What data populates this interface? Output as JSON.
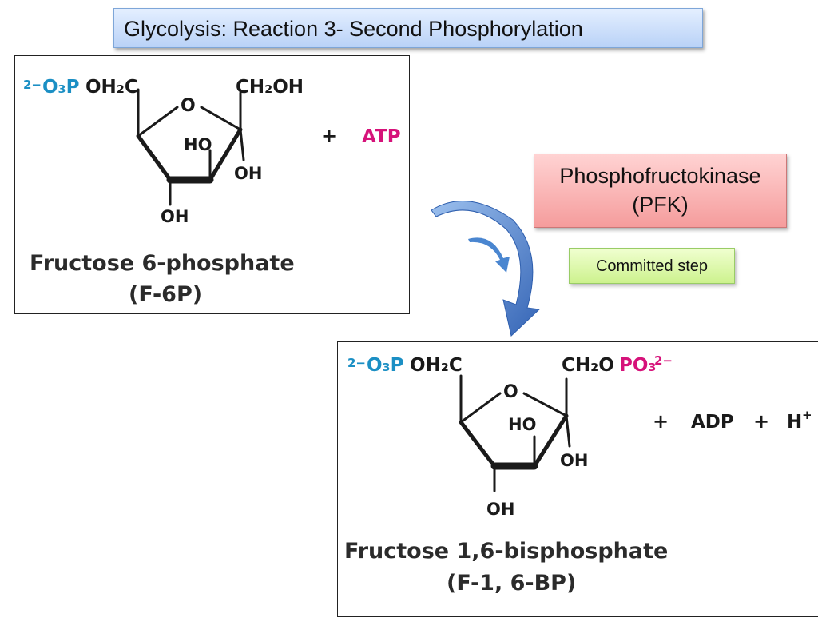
{
  "title": "Glycolysis:  Reaction 3- Second Phosphorylation",
  "colors": {
    "blue_phosphate": "#1b8fc4",
    "magenta": "#d6127a",
    "bond": "#1a1a1a",
    "arrow": "#3f78c8"
  },
  "substrate": {
    "phosphate_charge": "2−",
    "phosphate_o3p": "O₃P",
    "oh2c": "OH₂C",
    "ring_o": "O",
    "ch2oh": "CH₂OH",
    "ho": "HO",
    "oh_right": "OH",
    "oh_bottom": "OH",
    "plus": "+",
    "atp": "ATP",
    "name": "Fructose 6-phosphate",
    "abbrev": "(F-6P)"
  },
  "enzyme": {
    "line1": "Phosphofructokinase",
    "line2": "(PFK)"
  },
  "committed": "Committed step",
  "product": {
    "phosphate_charge": "2−",
    "phosphate_o3p": "O₃P",
    "oh2c": "OH₂C",
    "ring_o": "O",
    "ch2o": "CH₂O",
    "po3": "PO₃",
    "po3_charge": "2−",
    "ho": "HO",
    "oh_right": "OH",
    "oh_bottom": "OH",
    "plus1": "+",
    "adp": "ADP",
    "plus2": "+",
    "h": "H",
    "h_charge": "+",
    "name": "Fructose 1,6-bisphosphate",
    "abbrev": "(F-1, 6-BP)"
  }
}
